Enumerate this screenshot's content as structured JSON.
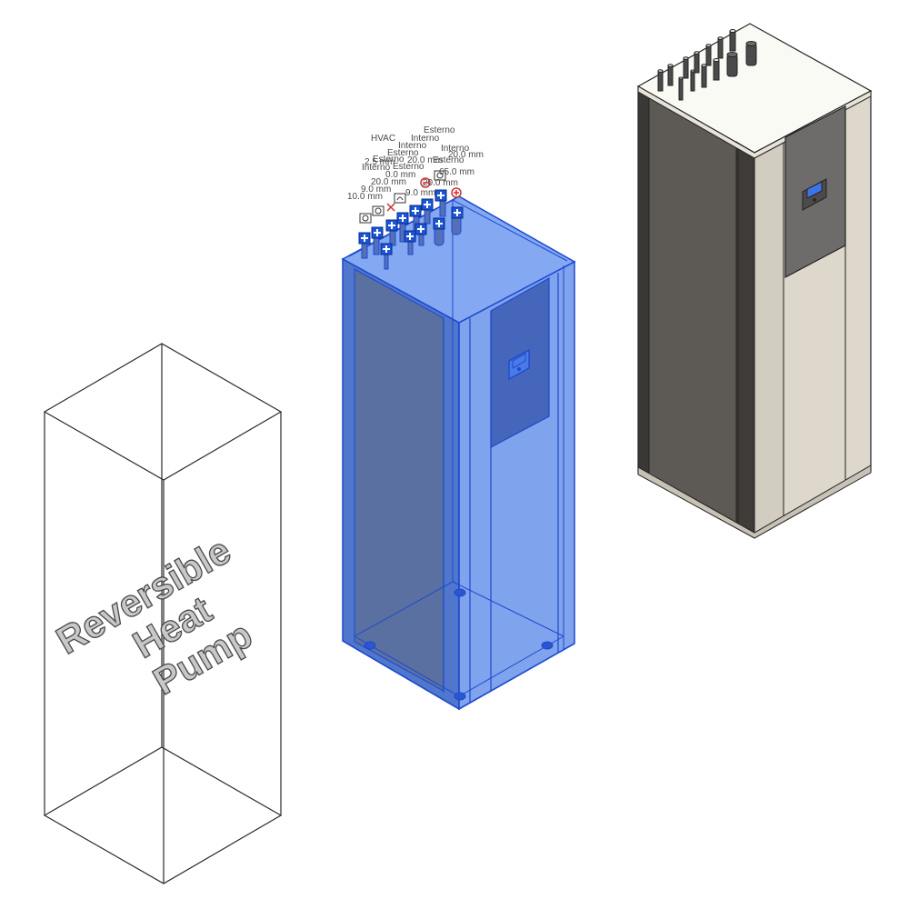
{
  "wireframe_model": {
    "label_lines": [
      "Reversible",
      "Heat",
      "Pump"
    ]
  },
  "selected_model": {
    "connector_labels": [
      "Esterno",
      "HVAC",
      "Interno",
      "Interno",
      "Interno",
      "20.0 mm",
      "Esterno",
      "20.0 mm",
      "Esterno",
      "Esterno",
      "2.5 mm",
      "Interno",
      "Esterno",
      "0.0 mm",
      "65.0 mm",
      "20.0 mm",
      "20.0 mm",
      "9.0 mm",
      "9.0 mm",
      "10.0 mm"
    ]
  },
  "colors": {
    "selection_fill": "#3f7ae8",
    "selection_edge": "#1c49cf",
    "wire": "#2b2b2b",
    "cabinet_dark": "#5d5954",
    "cabinet_light": "#ded7cc",
    "cabinet_top": "#fafaf5",
    "panel": "#6e6c6a",
    "display": "#3f73e8"
  }
}
